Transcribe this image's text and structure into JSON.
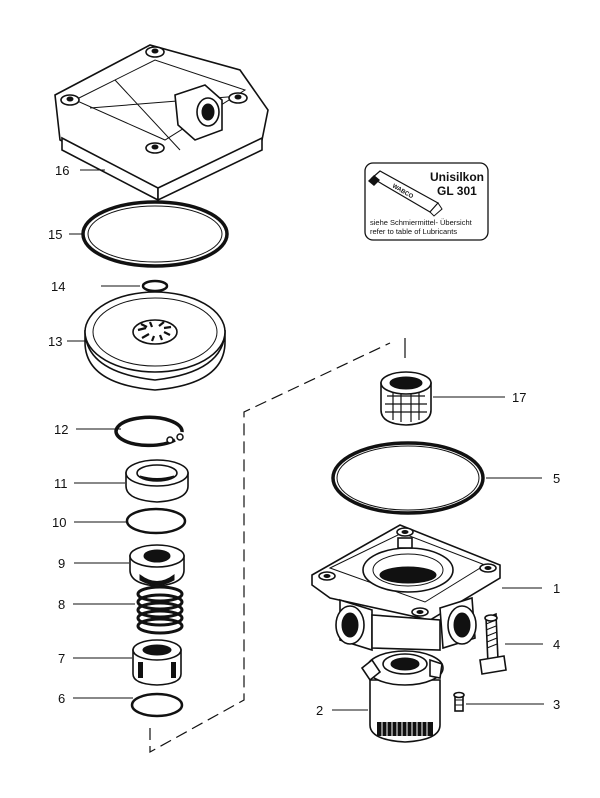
{
  "lubricant_box": {
    "product_name": "Unisilkon",
    "product_code": "GL 301",
    "tube_brand": "WABCO",
    "note_de": "siehe Schmiermittel- Übersicht",
    "note_en": "refer to table of Lubricants"
  },
  "part_labels": [
    {
      "id": "label-16",
      "text": "16"
    },
    {
      "id": "label-15",
      "text": "15"
    },
    {
      "id": "label-14",
      "text": "14"
    },
    {
      "id": "label-13",
      "text": "13"
    },
    {
      "id": "label-12",
      "text": "12"
    },
    {
      "id": "label-11",
      "text": "11"
    },
    {
      "id": "label-10",
      "text": "10"
    },
    {
      "id": "label-9",
      "text": "9"
    },
    {
      "id": "label-8",
      "text": "8"
    },
    {
      "id": "label-7",
      "text": "7"
    },
    {
      "id": "label-6",
      "text": "6"
    },
    {
      "id": "label-17",
      "text": "17"
    },
    {
      "id": "label-5",
      "text": "5"
    },
    {
      "id": "label-1",
      "text": "1"
    },
    {
      "id": "label-4",
      "text": "4"
    },
    {
      "id": "label-2",
      "text": "2"
    },
    {
      "id": "label-3",
      "text": "3"
    }
  ]
}
